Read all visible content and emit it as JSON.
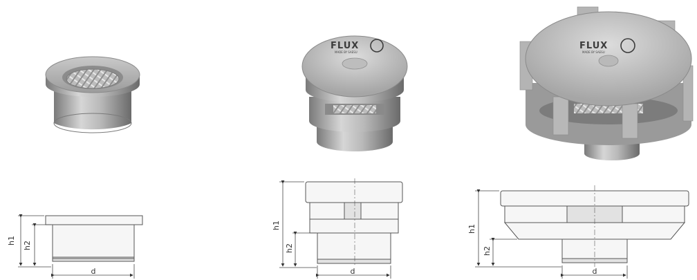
{
  "colors": {
    "metal_light": "#d8d8d8",
    "metal_mid": "#a9a9a9",
    "metal_dark": "#6f6f6f",
    "line": "#555555"
  },
  "logo": {
    "text": "FLUX",
    "sub": "MADE BY SAESU"
  },
  "views": [
    {
      "name": "small-valve",
      "labels": {
        "h1": "h1",
        "h2": "h2",
        "d": "d"
      }
    },
    {
      "name": "medium-valve",
      "labels": {
        "h1": "h1",
        "h2": "h2",
        "d": "d"
      }
    },
    {
      "name": "large-valve",
      "labels": {
        "h1": "h1",
        "h2": "h2",
        "d": "d"
      }
    }
  ]
}
